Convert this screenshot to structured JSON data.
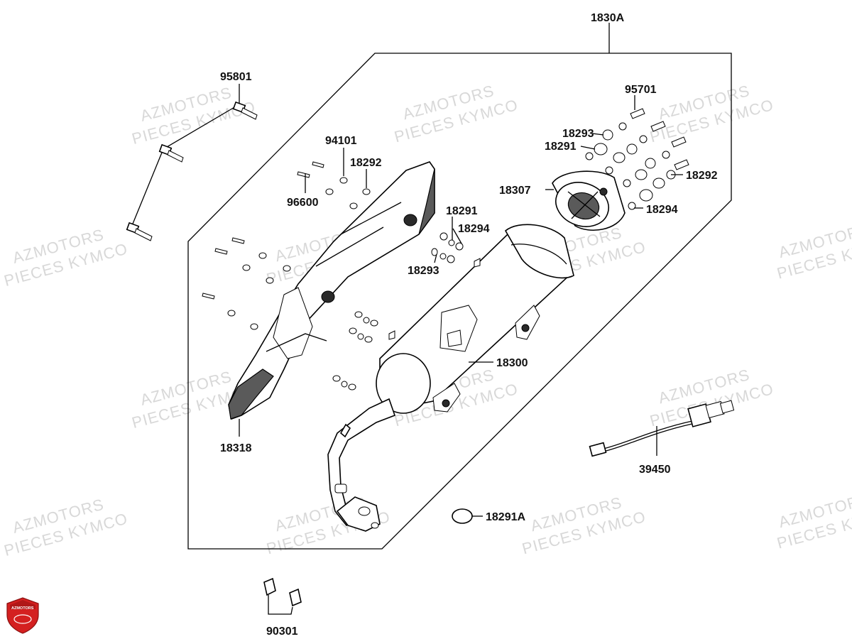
{
  "watermarks": [
    {
      "line1": "AZMOTORS",
      "line2": "PIECES KYMCO"
    }
  ],
  "labels": {
    "p1830A": "1830A",
    "p95801": "95801",
    "p95701": "95701",
    "p94101": "94101",
    "p18292_top": "18292",
    "p96600": "96600",
    "p18293_right": "18293",
    "p18291_right": "18291",
    "p18307": "18307",
    "p18292_right": "18292",
    "p18294_right": "18294",
    "p18291_mid": "18291",
    "p18294_mid": "18294",
    "p18293_mid": "18293",
    "p18300": "18300",
    "p18318": "18318",
    "p39450": "39450",
    "p18291A": "18291A",
    "p90301": "90301"
  },
  "logo": {
    "text": "AZMOTORS",
    "color": "#d42020"
  },
  "colors": {
    "line": "#000000",
    "watermark": "#d8d8d8",
    "fill_dark": "#5a5a5a"
  }
}
